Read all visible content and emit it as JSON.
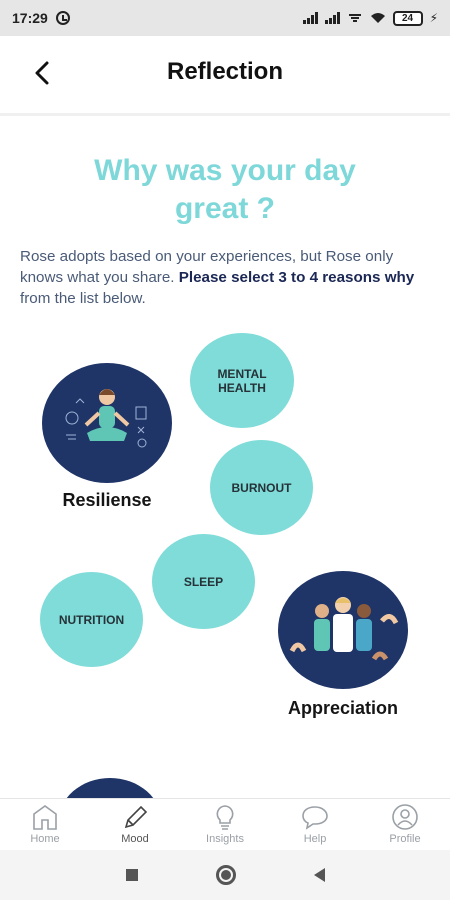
{
  "status_bar": {
    "time": "17:29",
    "battery": "24"
  },
  "header": {
    "back_icon": "chevron-left-icon",
    "title": "Reflection"
  },
  "question": {
    "line1": "Why was your day",
    "line2": "great ?"
  },
  "intro": {
    "text_part1": "Rose adopts based on your  experiences, but Rose only knows what you share. ",
    "bold_part": "Please select 3 to 4 reasons why",
    "text_part2": " from the list below."
  },
  "reasons": {
    "mental_health": "MENTAL HEALTH",
    "burnout": "BURNOUT",
    "sleep": "SLEEP",
    "nutrition": "NUTRITION",
    "resiliense": "Resiliense",
    "appreciation": "Appreciation"
  },
  "colors": {
    "accent": "#7fdcd9",
    "navy": "#1f3467",
    "title": "#7ed7d8"
  },
  "bottom_nav": {
    "home": "Home",
    "mood": "Mood",
    "insights": "Insights",
    "help": "Help",
    "profile": "Profile"
  }
}
